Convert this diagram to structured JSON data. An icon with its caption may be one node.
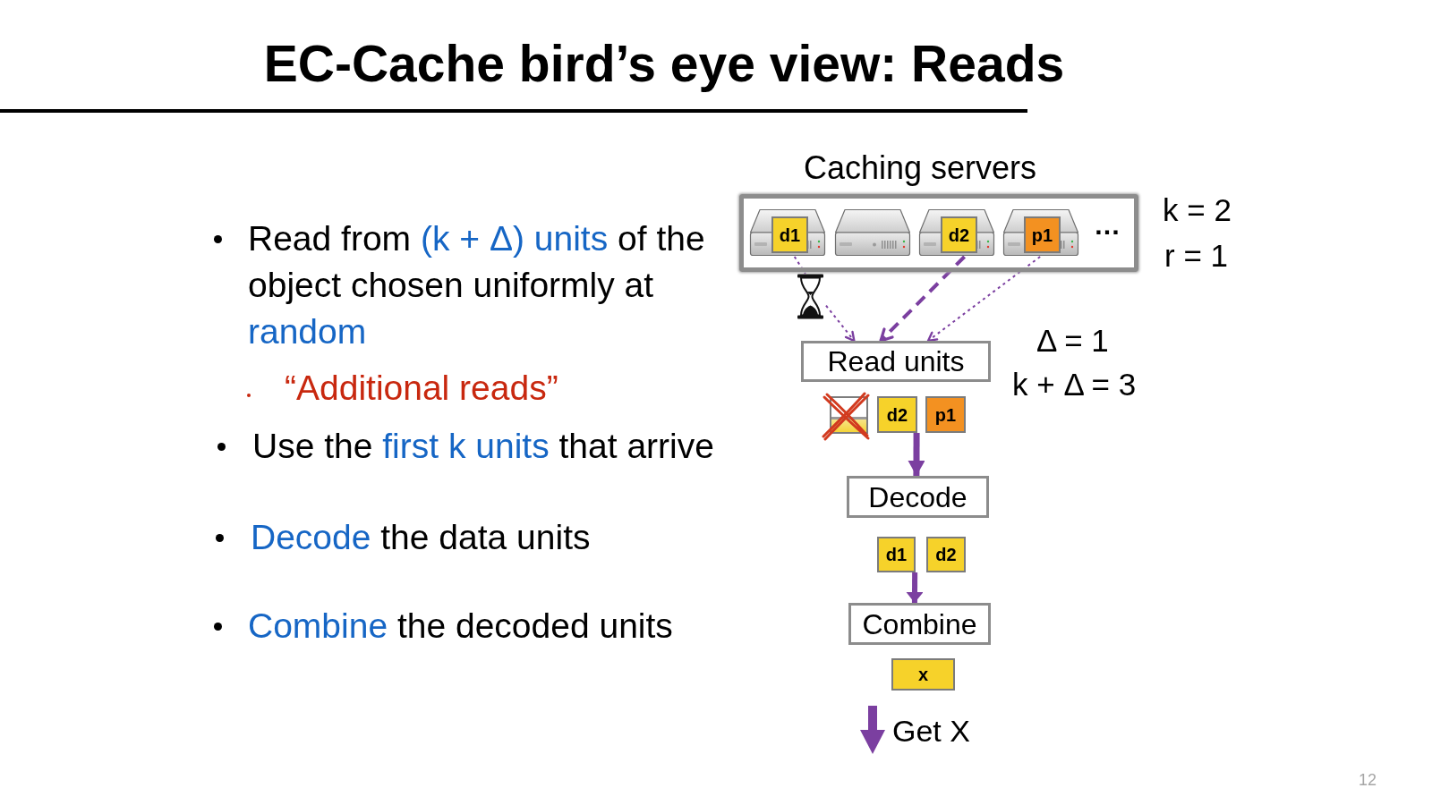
{
  "diagram": {
    "title": "EC-Cache bird’s eye view: Reads",
    "nodes": [
      {
        "text": [
          "Caching servers"
        ]
      },
      {
        "text": [],
        "shape": "picture",
        "in": 0
      },
      {
        "text": [
          "d1"
        ],
        "in": 0
      },
      {
        "text": [],
        "shape": "picture",
        "in": 0
      },
      {
        "text": [],
        "shape": "picture",
        "in": 0
      },
      {
        "text": [
          "d2"
        ],
        "in": 0
      },
      {
        "text": [],
        "shape": "picture",
        "in": 0
      },
      {
        "text": [
          "p1"
        ],
        "in": 0
      },
      {
        "text": [],
        "shape": "picture"
      },
      {
        "text": [
          "Read units"
        ]
      },
      {
        "text": [],
        "shape": "box"
      },
      {
        "text": [
          "d2"
        ]
      },
      {
        "text": [
          "p1"
        ]
      },
      {
        "text": [
          "Decode"
        ]
      },
      {
        "text": [
          "d1"
        ]
      },
      {
        "text": [
          "d2"
        ]
      },
      {
        "text": [
          "Combine"
        ]
      },
      {
        "text": [
          "x"
        ]
      }
    ],
    "edges": [
      {
        "from": 1,
        "to": 8,
        "arrow": "none",
        "style": "dashed"
      },
      {
        "from": 8,
        "to": 9,
        "arrow": "to",
        "style": "dashed"
      },
      {
        "from": 4,
        "to": 9,
        "arrow": "to",
        "style": "dashed"
      },
      {
        "from": 6,
        "to": 9,
        "arrow": "to",
        "style": "dashed"
      },
      {
        "from": 11,
        "to": 13,
        "arrow": "to",
        "style": "thick"
      },
      {
        "from": 14,
        "to": 16,
        "arrow": "to",
        "style": "thick"
      }
    ],
    "labels": [
      "Read from (k + Δ) units of the object chosen uniformly at random",
      "“Additional reads”",
      "Use the first k units that arrive",
      "Decode the data units",
      "Combine the decoded units",
      "…",
      "k = 2",
      "r = 1",
      "Δ = 1",
      "k + Δ = 3",
      "Get X",
      "12"
    ]
  }
}
